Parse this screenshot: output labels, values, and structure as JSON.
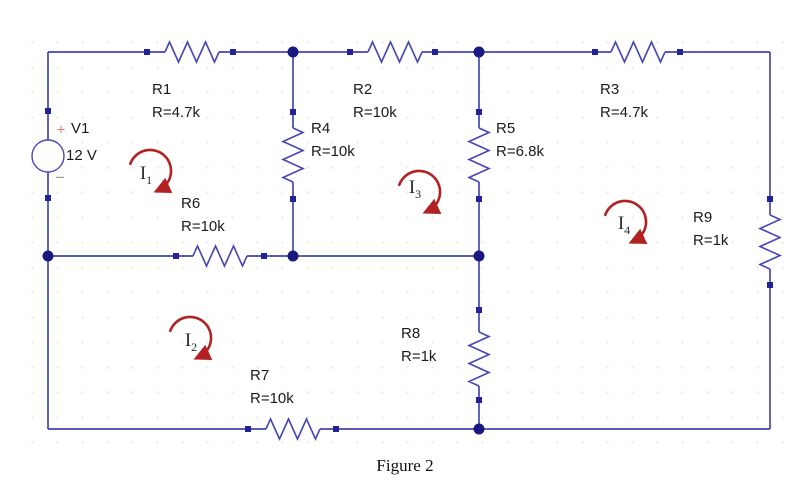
{
  "figure_caption": "Figure 2",
  "colors": {
    "wire_blue": "#4646b4",
    "node_navy": "#191980",
    "terminal_navy": "#22229a",
    "mesh_arrow_red": "#b22222",
    "text_black": "#1b1b1b",
    "plus_red": "#e07878",
    "minus_gray": "#9a9a9a"
  },
  "source_v1": {
    "name": "V1",
    "value": "12 V",
    "plus_sign": "+",
    "minus_sign": "−"
  },
  "resistors": {
    "r1": {
      "name": "R1",
      "value": "R=4.7k"
    },
    "r2": {
      "name": "R2",
      "value": "R=10k"
    },
    "r3": {
      "name": "R3",
      "value": "R=4.7k"
    },
    "r4": {
      "name": "R4",
      "value": "R=10k"
    },
    "r5": {
      "name": "R5",
      "value": "R=6.8k"
    },
    "r6": {
      "name": "R6",
      "value": "R=10k"
    },
    "r7": {
      "name": "R7",
      "value": "R=10k"
    },
    "r8": {
      "name": "R8",
      "value": "R=1k"
    },
    "r9": {
      "name": "R9",
      "value": "R=1k"
    }
  },
  "mesh_currents": {
    "i1": {
      "base": "I",
      "sub": "1"
    },
    "i2": {
      "base": "I",
      "sub": "2"
    },
    "i3": {
      "base": "I",
      "sub": "3"
    },
    "i4": {
      "base": "I",
      "sub": "4"
    }
  }
}
